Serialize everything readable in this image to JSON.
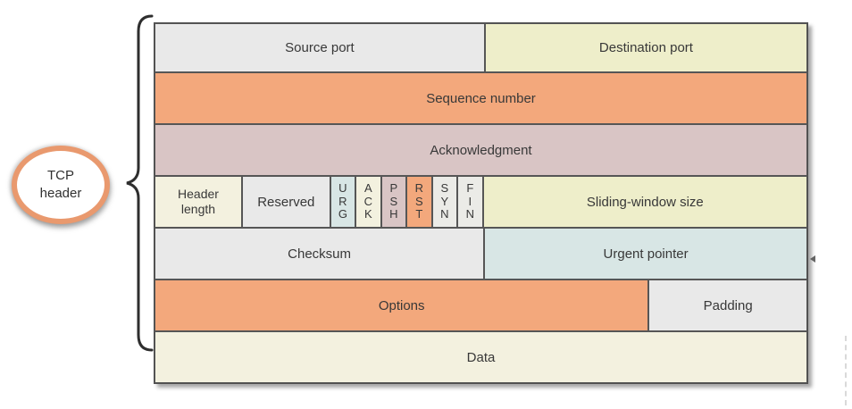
{
  "palette": {
    "gray": "#e9e9e9",
    "cream": "#eeeeca",
    "pale_cream": "#f3f1df",
    "orange": "#f3a87c",
    "mauve": "#d9c5c5",
    "blue": "#d8e6e5",
    "light_gray": "#ebebe7",
    "border": "#565656",
    "oval_ring": "#e9996e",
    "brace": "#2e2e2e"
  },
  "callout": {
    "line1": "TCP",
    "line2": "header"
  },
  "fields": {
    "source_port": "Source port",
    "destination_port": "Destination port",
    "sequence_number": "Sequence number",
    "acknowledgment": "Acknowledgment",
    "header_length": "Header\nlength",
    "reserved": "Reserved",
    "flags": {
      "urg": "U\nR\nG",
      "ack": "A\nC\nK",
      "psh": "P\nS\nH",
      "rst": "R\nS\nT",
      "syn": "S\nY\nN",
      "fin": "F\nI\nN"
    },
    "sliding_window": "Sliding-window size",
    "checksum": "Checksum",
    "urgent_pointer": "Urgent pointer",
    "options": "Options",
    "padding": "Padding",
    "data": "Data"
  }
}
